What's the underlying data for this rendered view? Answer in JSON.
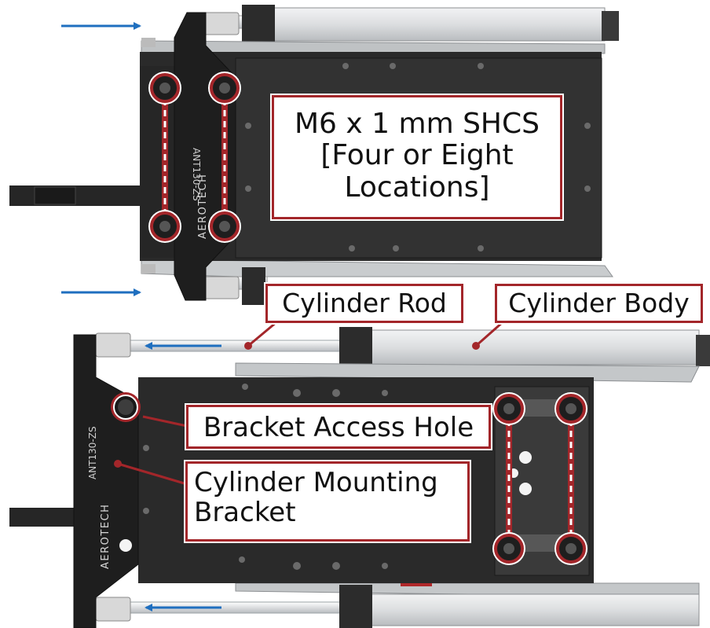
{
  "labels": {
    "shcs": {
      "line1": "M6 x  1 mm SHCS",
      "line2": "[Four or Eight",
      "line3": "Locations]"
    },
    "cylinder_rod": "Cylinder Rod",
    "cylinder_body": "Cylinder Body",
    "bracket_access_hole": "Bracket Access Hole",
    "mounting_bracket": {
      "line1": "Cylinder Mounting",
      "line2": "Bracket"
    }
  },
  "engraving": {
    "brand": "AEROTECH",
    "model": "ANT130-ZS"
  },
  "colors": {
    "callout_border": "#a3262a",
    "stage_body": "#2a2a2a",
    "cylinder": "#e1e3e4",
    "arrow": "#1f6fbf",
    "dashed_line": "#ffffff"
  }
}
